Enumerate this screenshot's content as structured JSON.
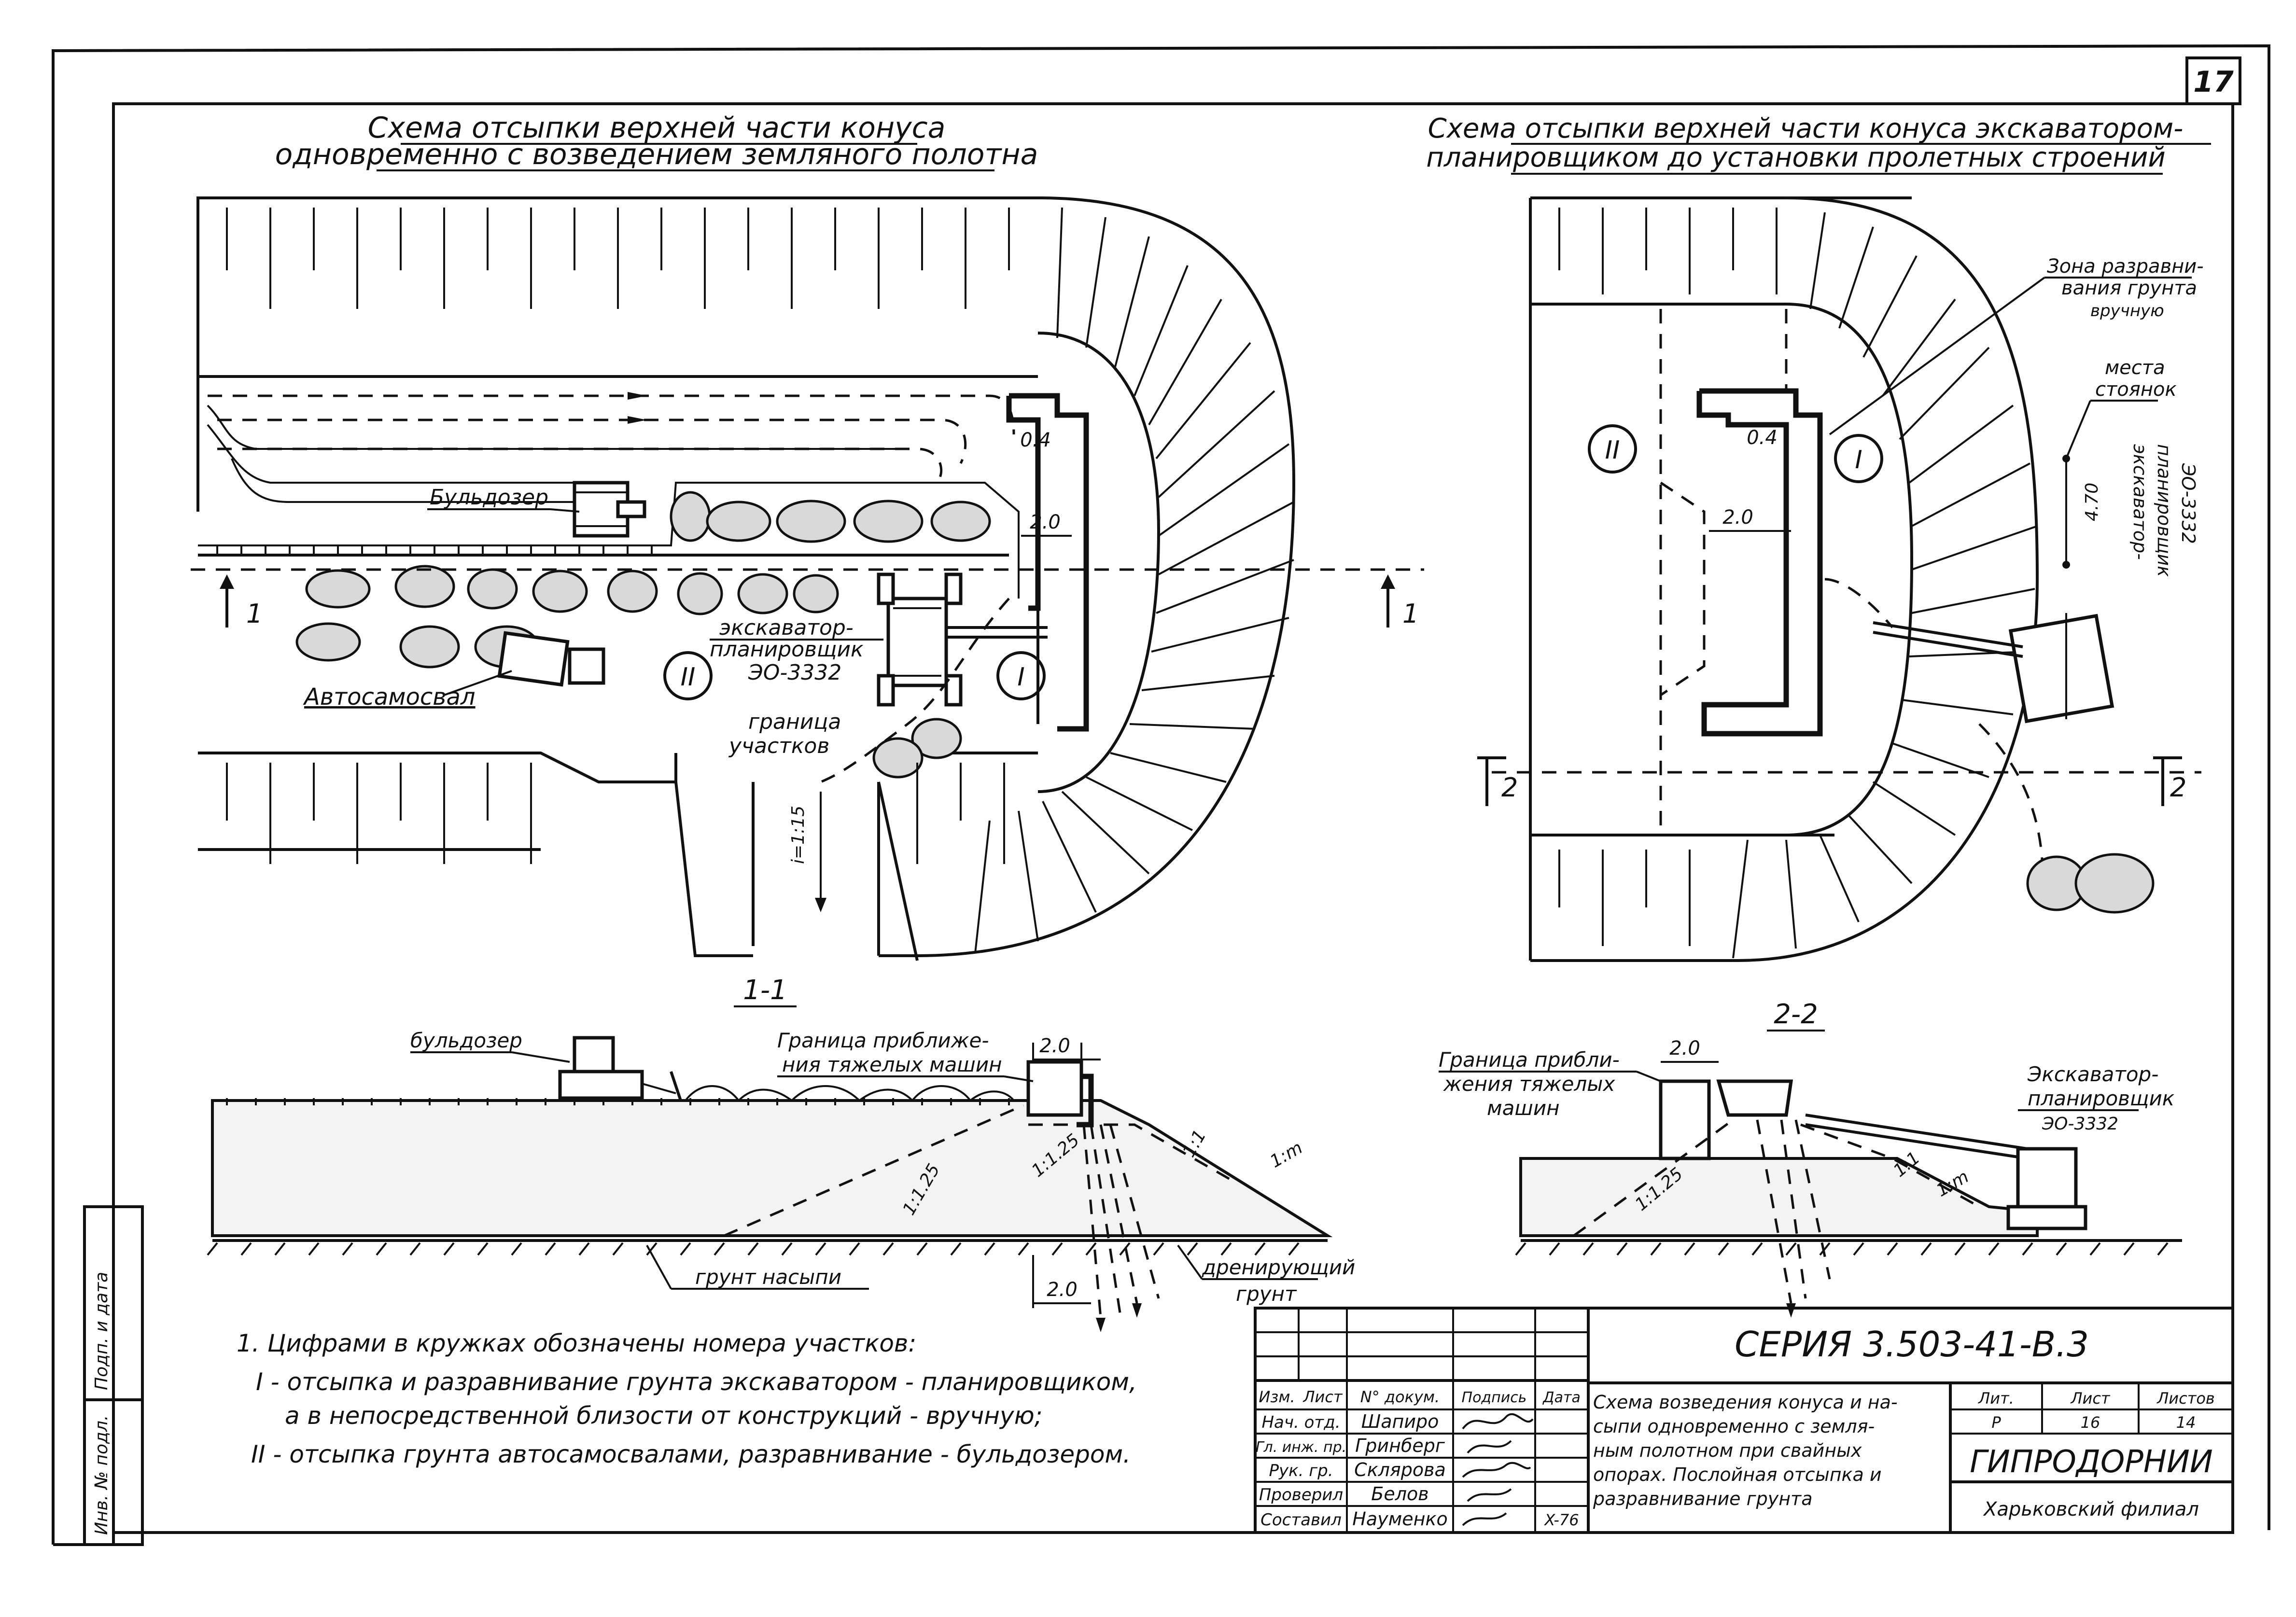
{
  "page_number": "17",
  "plan_left": {
    "title_line1": "Схема отсыпки верхней части конуса",
    "title_line2": "одновременно с возведением земляного полотна",
    "label_bulldozer": "Бульдозер",
    "label_excavator_1": "экскаватор-",
    "label_excavator_2": "планировщик",
    "label_excavator_3": "ЭО-3332",
    "label_dumptruck": "Автосамосвал",
    "label_boundary_1": "граница",
    "label_boundary_2": "участков",
    "zone_1": "I",
    "zone_2": "II",
    "dim_04": "0.4",
    "dim_20": "2.0",
    "slope": "i=1:15",
    "section_mark": "1"
  },
  "plan_right": {
    "title_line1": "Схема отсыпки верхней части конуса экскаватором-",
    "title_line2": "планировщиком до установки пролетных строений",
    "label_zone_1": "Зона разравни-",
    "label_zone_2": "вания грунта",
    "label_zone_3": "вручную",
    "label_stops_1": "места",
    "label_stops_2": "стоянок",
    "label_exc_1": "экскаватор-",
    "label_exc_2": "планировщик",
    "label_exc_3": "ЭО-3332",
    "zone_1": "I",
    "zone_2": "II",
    "dim_04": "0.4",
    "dim_20": "2.0",
    "dim_470": "4.70",
    "section_mark": "2"
  },
  "section_1": {
    "title": "1-1",
    "label_bulldozer": "бульдозер",
    "label_limit_1": "Граница приближе-",
    "label_limit_2": "ния тяжелых машин",
    "label_fill": "грунт насыпи",
    "label_drain_1": "дренирующий",
    "label_drain_2": "грунт",
    "dim_20_top": "2.0",
    "dim_20_bottom": "2.0",
    "slope_a": "1:1.25",
    "slope_b": "1:1.25",
    "slope_c": "1:m",
    "slope_d": "1:1"
  },
  "section_2": {
    "title": "2-2",
    "label_limit_1": "Граница прибли-",
    "label_limit_2": "жения тяжелых",
    "label_limit_3": "машин",
    "label_exc_1": "Экскаватор-",
    "label_exc_2": "планировщик",
    "label_exc_3": "ЭО-3332",
    "dim_20": "2.0",
    "slope_a": "1:1.25",
    "slope_b": "1:1",
    "slope_c": "1:m"
  },
  "notes": {
    "line1": "1. Цифрами в кружках обозначены номера участков:",
    "line2": "I - отсыпка и разравнивание грунта экскаватором - планировщиком,",
    "line3": "а в непосредственной близости от конструкций - вручную;",
    "line4": "II - отсыпка грунта автосамосвалами, разравнивание - бульдозером."
  },
  "side_stamp": {
    "a": "Инв. № подл.",
    "b": "Подп. и дата"
  },
  "title_block": {
    "series": "СЕРИЯ  3.503-41-В.3",
    "col_izm": "Изм.",
    "col_list": "Лист",
    "col_doc": "N° докум.",
    "col_sign": "Подпись",
    "col_date": "Дата",
    "rows": [
      {
        "role": "Нач. отд.",
        "name": "Шапиро"
      },
      {
        "role": "Гл. инж. пр.",
        "name": "Гринберг"
      },
      {
        "role": "Рук. гр.",
        "name": "Склярова"
      },
      {
        "role": "Проверил",
        "name": "Белов"
      },
      {
        "role": "Составил",
        "name": "Науменко"
      }
    ],
    "date_value": "X-76",
    "desc_1": "Схема возведения конуса и на-",
    "desc_2": "сыпи одновременно с земля-",
    "desc_3": "ным полотном при свайных",
    "desc_4": "опорах. Послойная отсыпка и",
    "desc_5": "разравнивание грунта",
    "h_stage": "Лит.",
    "h_sheet": "Лист",
    "h_sheets": "Листов",
    "v_stage": "Р",
    "v_sheet": "16",
    "v_sheets": "14",
    "org": "ГИПРОДОРНИИ",
    "branch": "Харьковский филиал"
  }
}
